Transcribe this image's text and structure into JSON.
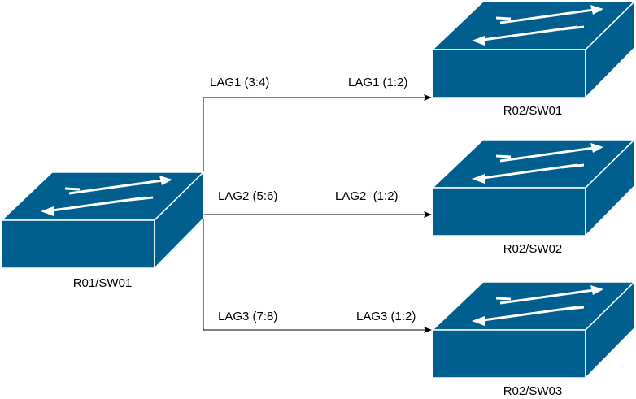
{
  "colors": {
    "switch_fill": "#005f8e",
    "switch_stroke": "#ffffff",
    "arrow": "#ffffff",
    "link": "#000000",
    "label": "#000000"
  },
  "icons": {
    "switch": "network-switch-icon"
  },
  "nodes": {
    "source": {
      "label": "R01/SW01"
    },
    "target_1": {
      "label": "R02/SW01"
    },
    "target_2": {
      "label": "R02/SW02"
    },
    "target_3": {
      "label": "R02/SW03"
    }
  },
  "links": [
    {
      "from": "R01/SW01",
      "to": "R02/SW01",
      "source_label": "LAG1 (3:4)",
      "target_label": "LAG1 (1:2)"
    },
    {
      "from": "R01/SW01",
      "to": "R02/SW02",
      "source_label": "LAG2 (5:6)",
      "target_label": "LAG2  (1:2)"
    },
    {
      "from": "R01/SW01",
      "to": "R02/SW03",
      "source_label": "LAG3 (7:8)",
      "target_label": "LAG3 (1:2)"
    }
  ]
}
